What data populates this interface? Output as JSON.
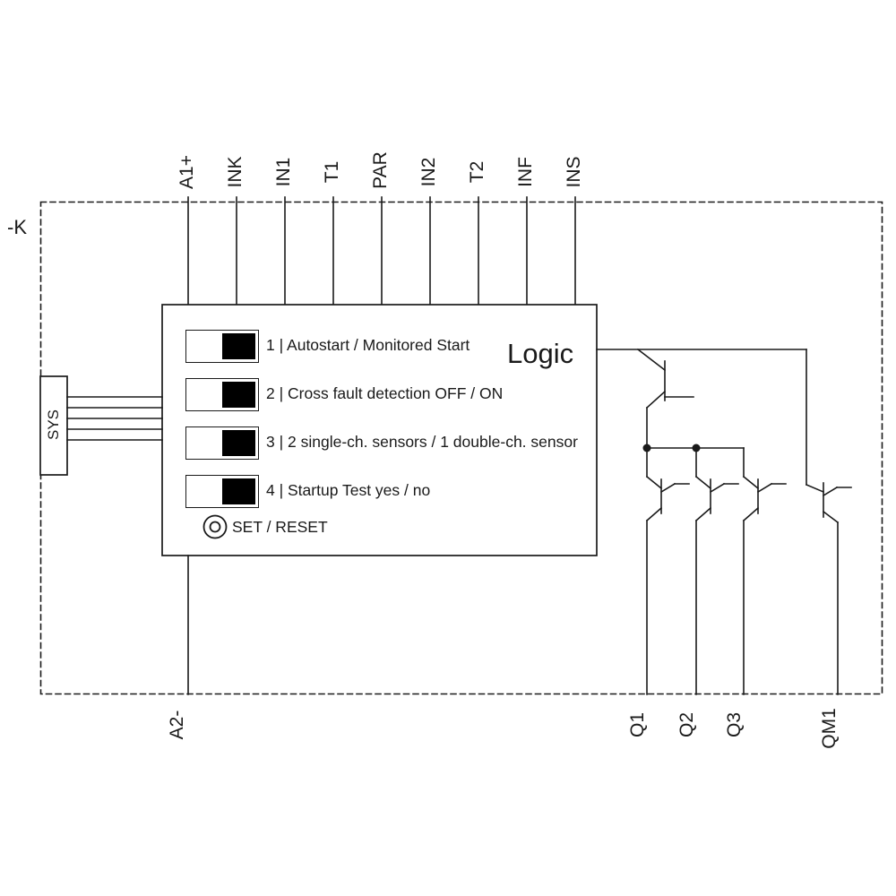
{
  "diagram": {
    "device_label": "-K",
    "logic_title": "Logic",
    "sys_label": "SYS",
    "top_terminals": [
      "A1+",
      "INK",
      "IN1",
      "T1",
      "PAR",
      "IN2",
      "T2",
      "INF",
      "INS"
    ],
    "bottom_left_terminal": "A2-",
    "output_terminals": [
      "Q1",
      "Q2",
      "Q3",
      "QM1"
    ],
    "dip_switches": [
      {
        "label": "1 | Autostart / Monitored Start"
      },
      {
        "label": "2 | Cross fault detection OFF / ON"
      },
      {
        "label": "3 | 2 single-ch. sensors / 1 double-ch. sensor"
      },
      {
        "label": "4 | Startup Test yes / no"
      }
    ],
    "set_reset_label": "SET / RESET",
    "colors": {
      "line": "#1a1a1a",
      "background": "#ffffff",
      "switch_active": "#000000"
    }
  }
}
